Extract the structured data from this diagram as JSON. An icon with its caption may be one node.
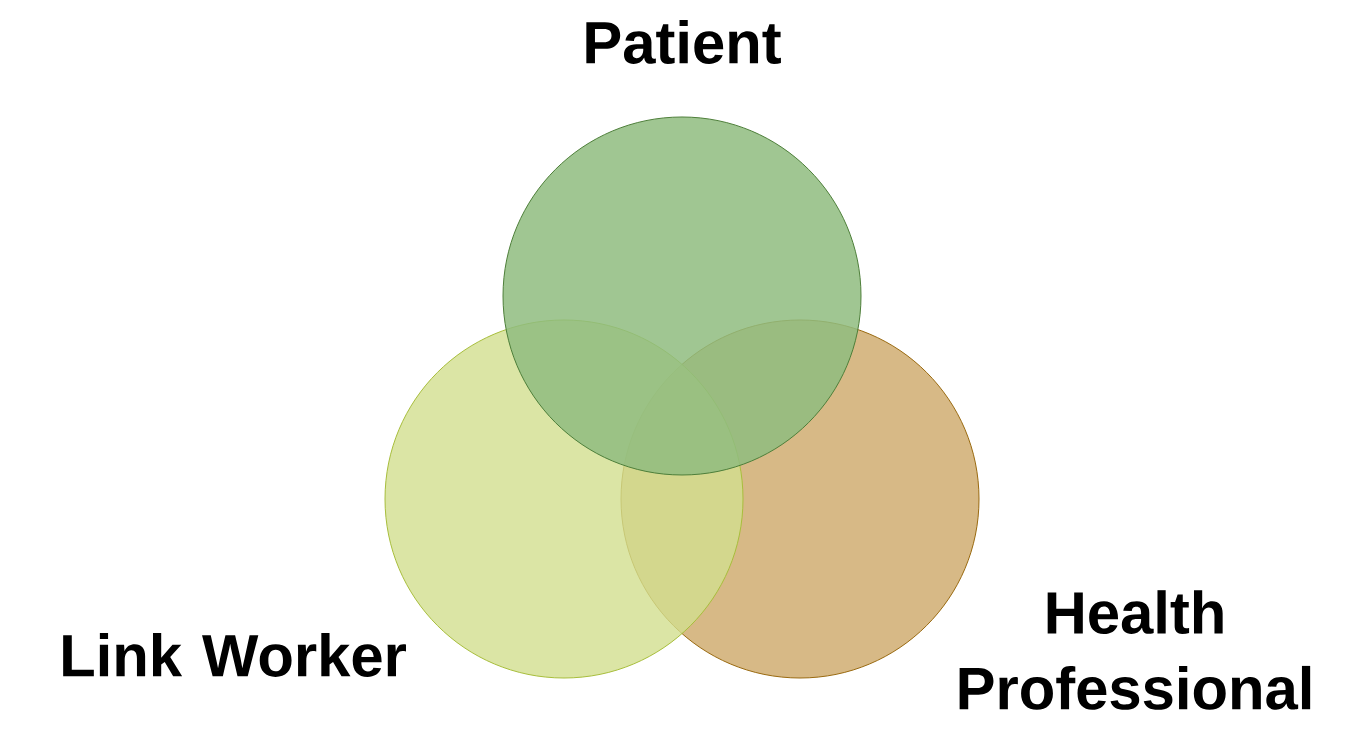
{
  "diagram": {
    "nodes": [
      {
        "text": [
          "Patient"
        ]
      },
      {
        "text": [
          "Link Worker"
        ]
      },
      {
        "text": [
          "Health Professional"
        ]
      }
    ]
  }
}
